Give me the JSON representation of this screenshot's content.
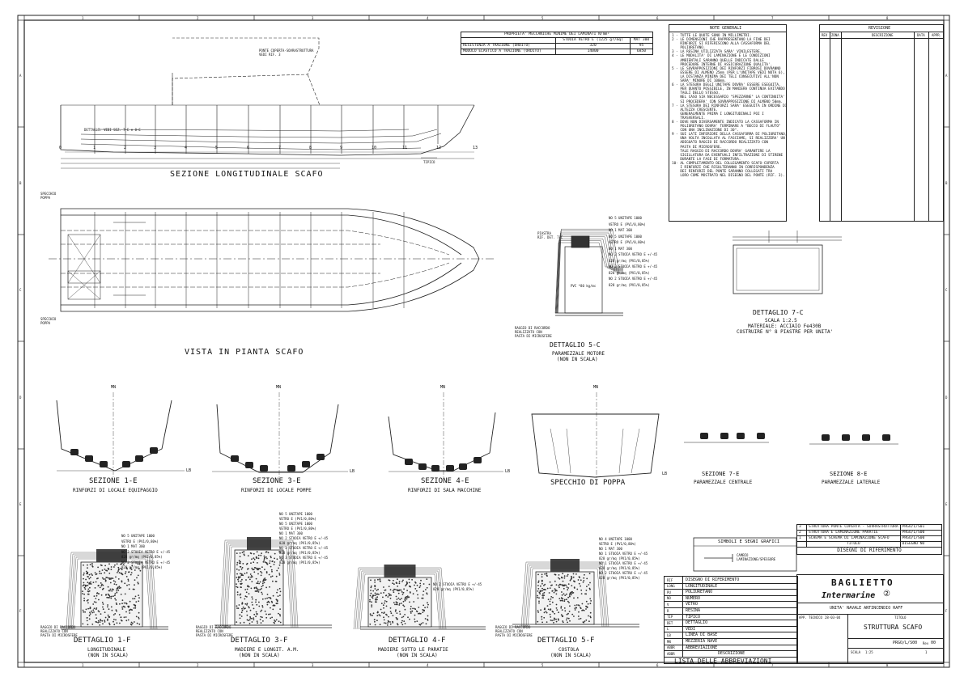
{
  "sheet": {
    "col_marks": [
      "1",
      "2",
      "3",
      "4",
      "5",
      "6",
      "7",
      "8"
    ],
    "row_marks": [
      "A",
      "B",
      "C",
      "D",
      "E",
      "F"
    ]
  },
  "properties": {
    "title": "PROPRIETA' MECCANICHE MINIME DEI LAMINATI N/mm²",
    "columns": [
      "",
      "STUOIA VETRO E (1225 gr/mq)",
      "MAT 300"
    ],
    "rows": [
      [
        "RESISTENZA A TRAZIONE (ORDITO)",
        "320",
        "95"
      ],
      [
        "MODULO ELASTICO A TRAZIONE (ORDITO)",
        "14000",
        "6850"
      ]
    ]
  },
  "notes": {
    "title": "NOTE GENERALI",
    "items": [
      "1 - TUTTE LE QUOTE SONO IN MILLIMETRI.",
      "2 - LE DIMENSIONI CHE RAPPRESENTANO LA FINE DEI\n    RINFORZI SI RIFERISCONO ALLA CASSAFORMA DEL\n    POLIURETANO.",
      "3 - LA RESINA UTILIZZATA SARA' VINILESTERE.",
      "4 - LE MODALITA' DI LAMINAZIONE E LE CONDIZIONI\n    AMBIENTALI SARANNO QUELLE INDICATE DALLE\n    PROCEDURE INTERNE DI ASSICURAZIONE QUALITA'.",
      "5 - LE SOVRAPPOSIZIONI DEI RINFORZI FIBROSI DOVRANNO\n    ESSERE DI ALMENO 25mm (PER L'UNITAPE VEDI NOTA 6),\n    LA DISTANZA MINIMA DEI TELI CONSECUTIVI ALL'NON\n    SARA' MINORE DI 100mm.",
      "6 - LA STESURA DEGLI UNITAPE DOVRA' ESSERE ESEGUITA,\n    PER QUANTO POSSIBILE, IN MANIERA CONTINUA EVITANDO\n    TAGLI DELLO STESSO.\n    NEL CASO SIA NECESSARIO \"SPEZZARNE\" LA CONTINUITA'\n    SI PROCEDERA' CON SOVRAPPOSIZIONE DI ALMENO 50mm.",
      "7 - LA STESURA DEI RINFORZI SARA' ESEGUITA IN ORDINE DI\n    ALTEZZA CRESCENTE.\n    GENERALMENTE PRIMA I LONGITUDINALI POI I\n    TRASVERSALI.",
      "8 - DOVE NON DIVERSAMENTE INDICATO LA CASSAFORMA IN\n    POLIURETANO DOVRA' TERMINARE A \"BECCO DI FLAUTO\"\n    CON UNA INCLINAZIONE DI 30°.",
      "9 - SUI LATI INFERIORI DELLA CASSAFORMA DI POLIURETANO,\n    UNA VOLTA INCOLLATA AL FASCIAME, SI REALIZZERA' UN\n    ADEGUATO RAGGIO DI RACCORDO REALIZZATO CON\n    PASTA DI MICROSFERE.\n    TALE RAGGIO DI RACCORDO DOVRA' GARANTIRE LA\n    SIGILLATURA DA EVENTUALI INFILTRAZIONI DI STIRENE\n    DURANTE LA FASE DI FORMATURA.",
      "10- AL COMPLETAMENTO DEL COLLEGAMENTO SCAFO-COPERTA\n    I RINFORZI CHE RISULTERANNO IN CORRISPONDENZA\n    DEI RINFORZI DEL PONTE SARANNO COLLEGATI TRA\n    LORO COME MOSTRATO NEL DISEGNO DEL PONTE (RIF. 3)."
    ]
  },
  "revision": {
    "title": "REVISIONE",
    "columns": [
      "REV",
      "ZONA",
      "DESCRIZIONE",
      "DATA",
      "APPR."
    ]
  },
  "views": {
    "long_section": "SEZIONE  LONGITUDINALE  SCAFO",
    "plan_view": "VISTA  IN  PIANTA  SCAFO",
    "det5c_title": "DETTAGLIO  5-C",
    "det5c_sub1": "PARAMEZZALE MOTORE",
    "det5c_sub2": "(NON IN SCALA)",
    "det7c_title": "DETTAGLIO  7-C",
    "det7c_sub1": "SCALA 1:2.5",
    "det7c_sub2": "MATERIALE: ACCIAIO Fe430B",
    "det7c_sub3": "COSTRUIRE N° 8 PIASTRE PER UNITA'",
    "sez1e": "SEZIONE  1-E",
    "sez1e_sub": "RINFORZI DI LOCALE EQUIPAGGIO",
    "sez3e": "SEZIONE  3-E",
    "sez3e_sub": "RINFORZI DI LOCALE POMPE",
    "sez4e": "SEZIONE  4-E",
    "sez4e_sub": "RINFORZI DI SALA MACCHINE",
    "specchio": "SPECCHIO  DI  POPPA",
    "sez7e": "SEZIONE  7-E",
    "sez7e_sub": "PARAMEZZALE CENTRALE",
    "sez8e": "SEZIONE  8-E",
    "sez8e_sub": "PARAMEZZALE LATERALE",
    "det1f": "DETTAGLIO  1-F",
    "det1f_sub1": "LONGITUDINALE",
    "det1f_sub2": "(NON IN SCALA)",
    "det3f": "DETTAGLIO  3-F",
    "det3f_sub1": "MADIERE E LONGIT. A.M.",
    "det3f_sub2": "(NON IN SCALA)",
    "det4f": "DETTAGLIO  4-F",
    "det4f_sub1": "MADIERE SOTTO LE PARATIE",
    "det4f_sub2": "(NON IN SCALA)",
    "det5f": "DETTAGLIO  5-F",
    "det5f_sub1": "COSTOLA",
    "det5f_sub2": "(NON IN SCALA)"
  },
  "labels": {
    "mn": "MN",
    "lb": "LB",
    "specchio_poppa": "SPECCHIO\nPOPPA",
    "dettagli_ref": "DETTAGLI: VEDI SEZ. 7-E e 8-E",
    "ponte_ref": "PONTE COPERTA-SOVRASTRUTTURA\nVEDI RIF. 3",
    "tipico": "TIPICO",
    "pvc": "PVC  *80 kg/mc",
    "piastra": "PIASTRA\nRIF. DET. 7-C",
    "raggio": "RAGGIO DI RACCORDO\nREALIZZATO CON\nPASTA DI MICROSFERE",
    "frame_numbers": [
      "0",
      "1",
      "2",
      "3",
      "4",
      "5",
      "6",
      "7",
      "8",
      "9",
      "10",
      "11",
      "12",
      "13"
    ],
    "layer_5c": [
      "NO 5 UNITAPE 1000",
      "VETRO E (PV1/0,80%)",
      "NO 1 MAT 300",
      "NO 5 UNITAPE 1000",
      "VETRO E (PV1/0,80%)",
      "NO 1 MAT 300",
      "NO 2 STUOIA VETRO E +/-45",
      "828 gr/mq (PV1/0,85%)",
      "NO 2 STUOIA VETRO E +/-45",
      "828 gr/mq (PV1/0,85%)",
      "NO 2 STUOIA VETRO E +/-45",
      "828 gr/mq (PV1/0,85%)"
    ],
    "layer_1f": [
      "NO 5 UNITAPE 1000",
      "VETRO E (PV1/0,80%)",
      "NO 1 MAT 300",
      "NO 2 STUOIA VETRO E +/-45",
      "828 gr/mq (PV1/0,85%)",
      "NO 2 STUOIA VETRO E +/-45",
      "828 gr/mq (PV1/0,85%)"
    ],
    "layer_3f": [
      "NO 5 UNITAPE 1000",
      "VETRO E (PV1/0,80%)",
      "NO 5 UNITAPE 1000",
      "VETRO E (PV1/0,80%)",
      "NO 1 MAT 300",
      "NO 2 STUOIA VETRO E +/-45",
      "828 gr/mq (PV1/0,85%)",
      "NO 2 STUOIA VETRO E +/-45",
      "828 gr/mq (PV1/0,85%)",
      "NO 3 STUOIA VETRO E +/-45",
      "828 gr/mq (PV1/0,85%)"
    ],
    "layer_4f": [
      "NO 2 STUOIA VETRO E +/-45",
      "828 gr/mq (PV1/0,85%)"
    ],
    "layer_5f": [
      "NO 4 UNITAPE 1000",
      "VETRO E (PV1/0,80%)",
      "NO 1 MAT 300",
      "NO 1 STUOIA VETRO E +/-45",
      "828 gr/mq (PV1/0,85%)",
      "NO 1 STUOIA VETRO E +/-45",
      "828 gr/mq (PV1/0,85%)",
      "NO 2 STUOIA VETRO E +/-45",
      "828 gr/mq (PV1/0,85%)"
    ]
  },
  "symbols": {
    "title": "SIMBOLI E SEGNI GRAFICI",
    "item": "CAMBIO\nLAMINAZIONE/SPESSORE"
  },
  "references": {
    "title": "DISEGNI DI RIFERIMENTO",
    "rows": [
      [
        "3",
        "STRUTTURA PONTE COPERTA - SOVRASTRUTTURA",
        "PRGO/L/S01"
      ],
      [
        "2",
        "STRUTTURA E LAMINAZIONE PARATIE",
        "PRGO/L/S00"
      ],
      [
        "1",
        "SCHEMA E SCHEMA DI LAMINAZIONE SCAFO",
        "PRGO/L/S00"
      ]
    ],
    "footer": [
      "",
      "TITOLO",
      "DISEGNO NO"
    ]
  },
  "abbreviations": {
    "title": "LISTA  DELLE  ABBREVIAZIONI",
    "header": [
      "ABBR",
      "DESCRIZIONE"
    ],
    "rows": [
      [
        "RIF",
        "DISEGNO DI RIFERIMENTO"
      ],
      [
        "LONG",
        "LONGITUDINALE"
      ],
      [
        "PU",
        "POLIURETANO"
      ],
      [
        "NO",
        "NUMERO"
      ],
      [
        "V",
        "VETRO"
      ],
      [
        "R",
        "RESINA"
      ],
      [
        "TIP",
        "TIPICO"
      ],
      [
        "DET",
        "DETTAGLIO"
      ],
      [
        "L",
        "VEDI"
      ],
      [
        "LB",
        "LINEA DI BASE"
      ],
      [
        "MN",
        "MEZZERIA NAVE"
      ],
      [
        "ABBR",
        "ABBREVIAZIONE"
      ]
    ]
  },
  "titleblock": {
    "brand1": "BAGLIETTO",
    "brand2": "Intermarine",
    "project": "UNITA' NAVALE ANTINCENDIO RAFF",
    "drawing_title": "STRUTTURA  SCAFO",
    "titolo_label": "TITOLO",
    "drawing_no": "PRGO/L/S00",
    "rev_label": "Rev",
    "rev_value": "00",
    "scale_label": "SCALA",
    "scale_value": "1:25",
    "fogli": "1",
    "d1": "APP. TECNICO",
    "d2": "28-03-04"
  }
}
